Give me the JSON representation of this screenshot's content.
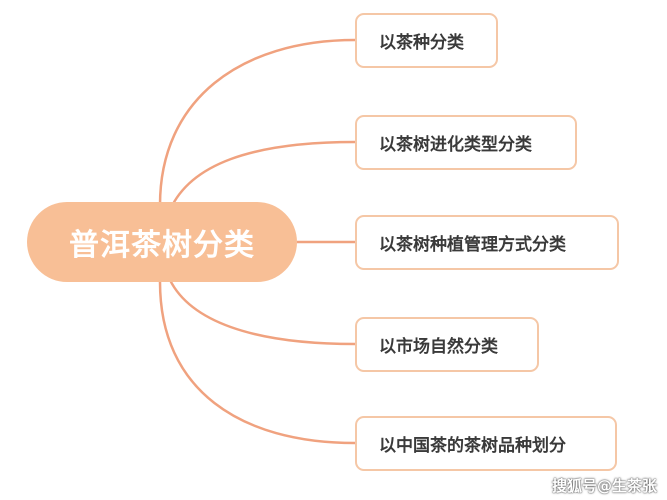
{
  "root": {
    "label": "普洱茶树分类"
  },
  "branches": [
    {
      "label": "以茶种分类"
    },
    {
      "label": "以茶树进化类型分类"
    },
    {
      "label": "以茶树种植管理方式分类"
    },
    {
      "label": "以市场自然分类"
    },
    {
      "label": "以中国茶的茶树品种划分"
    }
  ],
  "watermark": {
    "text": "搜狐号@生茶张"
  },
  "colors": {
    "root_fill": "#f8bf96",
    "connector": "#f0a27f",
    "branch_border": "#f5c7a6"
  }
}
